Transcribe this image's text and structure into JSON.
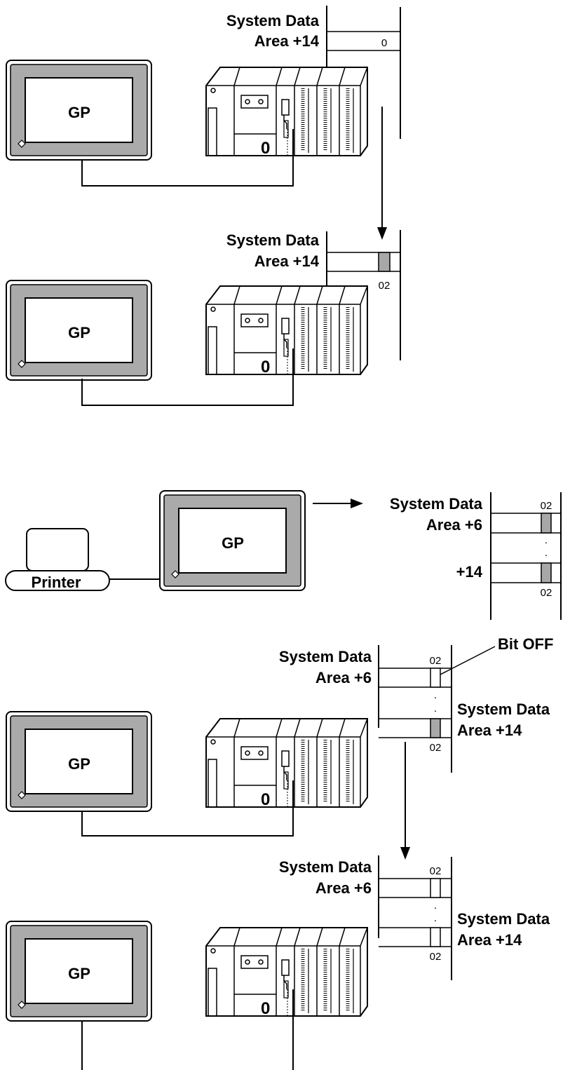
{
  "labels": {
    "system_data": "System Data",
    "area_14": "Area +14",
    "area_6": "Area +6",
    "plus_14": "+14",
    "gp": "GP",
    "printer": "Printer",
    "bit_off": "Bit OFF",
    "val_0": "0",
    "val_02": "02",
    "dot": "."
  },
  "colors": {
    "line": "#000000",
    "panel_gray": "#aaaaaa",
    "bit_gray": "#a8a8a8",
    "background": "#ffffff"
  }
}
